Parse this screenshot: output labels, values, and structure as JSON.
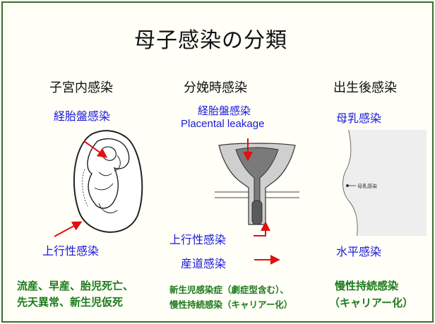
{
  "title": "母子感染の分類",
  "columns": [
    {
      "header": "子宮内感染",
      "labels": [
        "経胎盤感染",
        "上行性感染"
      ],
      "outcomes": [
        "流産、早産、胎児死亡、",
        "先天異常、新生児仮死"
      ]
    },
    {
      "header": "分娩時感染",
      "labels": [
        "経胎盤感染",
        "Placental leakage",
        "上行性感染",
        "産道感染"
      ],
      "outcomes": [
        "新生児感染症（劇症型含む）、",
        "慢性持続感染（キャリアー化）"
      ]
    },
    {
      "header": "出生後感染",
      "labels": [
        "母乳感染",
        "水平感染"
      ],
      "outcomes": [
        "慢性持続感染",
        "（キャリアー化）"
      ],
      "breast_label": "母乳感染"
    }
  ],
  "colors": {
    "label": "#1a1adb",
    "outcome": "#1d7a1d",
    "arrow": "#e01010",
    "frame": "#3c6e2e"
  }
}
